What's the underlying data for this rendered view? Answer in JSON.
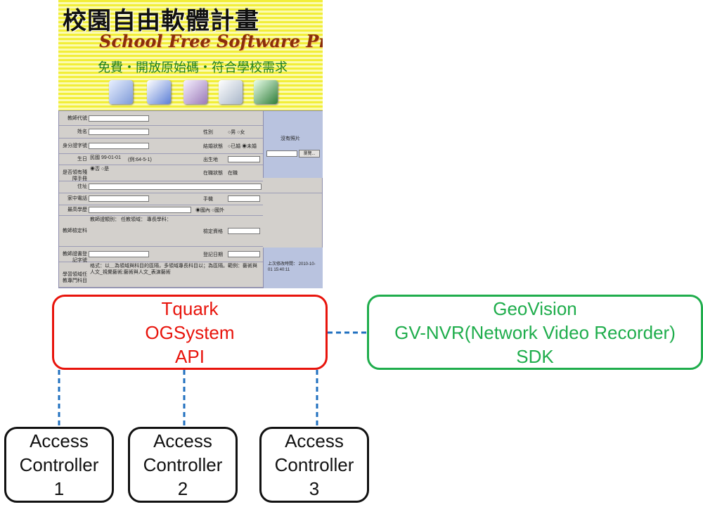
{
  "screenshot": {
    "banner_title": "校園自由軟體計畫",
    "banner_subtitle": "School Free Software Project",
    "banner_slogan": "免費・開放原始碼・符合學校需求",
    "icons": [
      "calendar-icon",
      "sfs3-document-icon",
      "heart-calendar-icon",
      "printer-icon",
      "graduation-icon"
    ],
    "form": {
      "photo_label": "沒有照片",
      "browse_button": "瀏覽...",
      "rows": [
        {
          "label": "教師代號"
        },
        {
          "label": "姓名",
          "right_label": "性別",
          "right_value": "○男 ○女"
        },
        {
          "label": "身分證字號",
          "right_label": "結婚狀態",
          "right_value": "○已婚 ◉未婚"
        },
        {
          "label": "生日",
          "value": "民國 99-01-01",
          "hint": "(例:64-5-1)",
          "right_label": "出生地"
        },
        {
          "label": "是否領有殘障手冊",
          "value": "◉否 ○是",
          "right_label": "在職狀態",
          "right_value": "在職"
        },
        {
          "label": "住址"
        },
        {
          "label": "家中電話",
          "right_label": "手機"
        },
        {
          "label": "最高學歷",
          "right_value": "◉國內 ○國外"
        },
        {
          "label": "教師檢定科",
          "value": "教師證類別： 任教領域： 專長學科：",
          "right_label": "檢定資格"
        },
        {
          "label": "教師證書登記字號",
          "right_label": "登記日期"
        },
        {
          "label": "學習領域任教專門科目",
          "value": "格式：以＿為領域與科目的區隔，多領域專長科目以；為區隔。範例：藝術與人文_視覺藝術;藝術與人文_表演藝術"
        }
      ],
      "modified": "上次修改時間： 2010-10-01 15:40:11"
    }
  },
  "diagram": {
    "tquark": {
      "lines": [
        "Tquark",
        "OGSystem",
        "API"
      ],
      "color": "#e8140c"
    },
    "geovision": {
      "lines": [
        "GeoVision",
        "GV-NVR(Network Video Recorder)",
        "SDK"
      ],
      "color": "#1fad4c"
    },
    "controllers": [
      {
        "lines": [
          "Access",
          "Controller",
          "1"
        ]
      },
      {
        "lines": [
          "Access",
          "Controller",
          "2"
        ]
      },
      {
        "lines": [
          "Access",
          "Controller",
          "3"
        ]
      }
    ],
    "connector_color": "#1f6fbf"
  }
}
